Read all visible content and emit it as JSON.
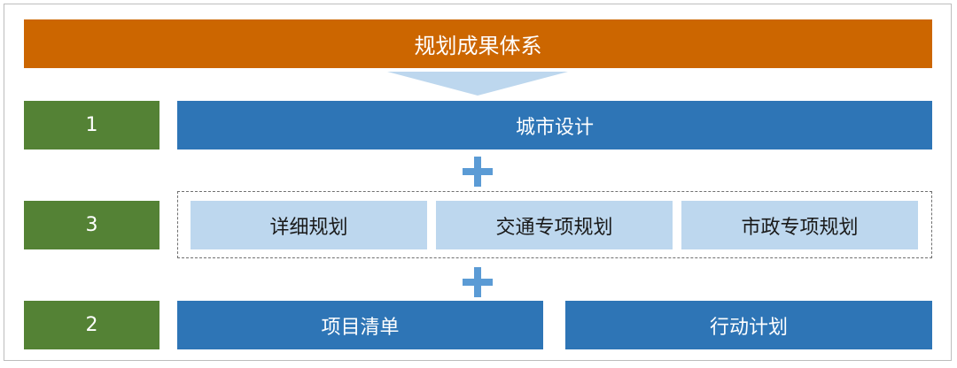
{
  "title": "规划成果体系",
  "rows": [
    {
      "number": "1",
      "items": [
        "城市设计"
      ]
    },
    {
      "number": "3",
      "items": [
        "详细规划",
        "交通专项规划",
        "市政专项规划"
      ]
    },
    {
      "number": "2",
      "items": [
        "项目清单",
        "行动计划"
      ]
    }
  ],
  "colors": {
    "title_bar": "#cc6600",
    "number_box": "#548235",
    "dark_blue_box": "#2e75b6",
    "light_blue_box": "#bdd7ee",
    "plus_sign": "#5b9bd5"
  },
  "icons": {
    "connector": "plus-icon",
    "arrow": "funnel-arrow-icon"
  }
}
